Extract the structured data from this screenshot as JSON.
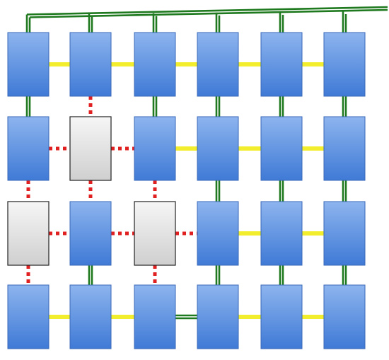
{
  "colors": {
    "background": "#ffffff",
    "active_block_light": "#8db4ee",
    "active_block_dark": "#3f7ad6",
    "active_block_border": "#3a68b8",
    "inactive_block_light": "#f6f6f6",
    "inactive_block_dark": "#cfcfcf",
    "inactive_block_border": "#222222",
    "green_link": "#1f7a1f",
    "yellow_link": "#f2ee2e",
    "red_dotted_link": "#e02020"
  },
  "grid": {
    "rows": 4,
    "cols": 6
  },
  "blocks": [
    [
      "active",
      "active",
      "active",
      "active",
      "active",
      "active"
    ],
    [
      "active",
      "inactive",
      "active",
      "active",
      "active",
      "active"
    ],
    [
      "inactive",
      "active",
      "inactive",
      "active",
      "active",
      "active"
    ],
    [
      "active",
      "active",
      "active",
      "active",
      "active",
      "active"
    ]
  ],
  "horizontal_links": [
    [
      "yellow",
      "yellow",
      "yellow",
      "yellow",
      "yellow"
    ],
    [
      "red",
      "red",
      "yellow",
      "yellow",
      "yellow"
    ],
    [
      "red",
      "red",
      "red",
      "yellow",
      "yellow"
    ],
    [
      "yellow",
      "yellow",
      "green",
      "yellow",
      "yellow"
    ]
  ],
  "vertical_links": [
    [
      "green",
      "red",
      "green",
      "green",
      "green",
      "green"
    ],
    [
      "red",
      "red",
      "red",
      "green",
      "green",
      "green"
    ],
    [
      "red",
      "green",
      "red",
      "green",
      "green",
      "green"
    ]
  ],
  "top_bus": {
    "color": "green",
    "connects_all_top_blocks": true
  }
}
